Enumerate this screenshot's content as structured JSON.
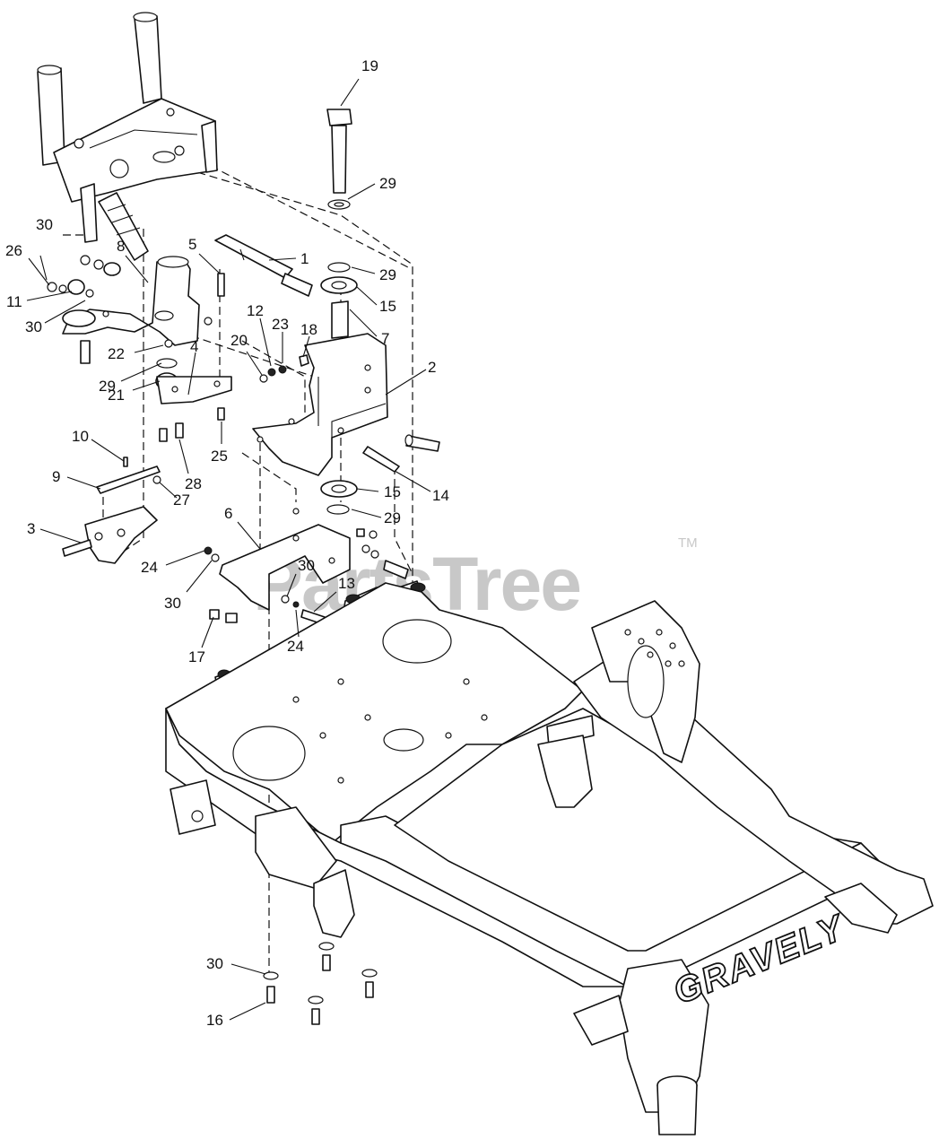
{
  "watermark": {
    "text": "PartsTree",
    "trademark": "TM"
  },
  "frame_brand": "GRAVELY",
  "callouts": [
    {
      "id": "c19",
      "label": "19"
    },
    {
      "id": "c29a",
      "label": "29"
    },
    {
      "id": "c30a",
      "label": "30"
    },
    {
      "id": "c26",
      "label": "26"
    },
    {
      "id": "c8",
      "label": "8"
    },
    {
      "id": "c5",
      "label": "5"
    },
    {
      "id": "c1",
      "label": "1"
    },
    {
      "id": "c29b",
      "label": "29"
    },
    {
      "id": "c15a",
      "label": "15"
    },
    {
      "id": "c11",
      "label": "11"
    },
    {
      "id": "c30b",
      "label": "30"
    },
    {
      "id": "c12",
      "label": "12"
    },
    {
      "id": "c23",
      "label": "23"
    },
    {
      "id": "c18",
      "label": "18"
    },
    {
      "id": "c7",
      "label": "7"
    },
    {
      "id": "c22",
      "label": "22"
    },
    {
      "id": "c20",
      "label": "20"
    },
    {
      "id": "c2",
      "label": "2"
    },
    {
      "id": "c4",
      "label": "4"
    },
    {
      "id": "c29c",
      "label": "29"
    },
    {
      "id": "c21",
      "label": "21"
    },
    {
      "id": "c25",
      "label": "25"
    },
    {
      "id": "c10",
      "label": "10"
    },
    {
      "id": "c28",
      "label": "28"
    },
    {
      "id": "c14",
      "label": "14"
    },
    {
      "id": "c9",
      "label": "9"
    },
    {
      "id": "c27",
      "label": "27"
    },
    {
      "id": "c15b",
      "label": "15"
    },
    {
      "id": "c29d",
      "label": "29"
    },
    {
      "id": "c3",
      "label": "3"
    },
    {
      "id": "c6",
      "label": "6"
    },
    {
      "id": "c30c",
      "label": "30"
    },
    {
      "id": "c24a",
      "label": "24"
    },
    {
      "id": "c13",
      "label": "13"
    },
    {
      "id": "c30d",
      "label": "30"
    },
    {
      "id": "c24b",
      "label": "24"
    },
    {
      "id": "c17",
      "label": "17"
    },
    {
      "id": "c30e",
      "label": "30"
    },
    {
      "id": "c16",
      "label": "16"
    }
  ]
}
